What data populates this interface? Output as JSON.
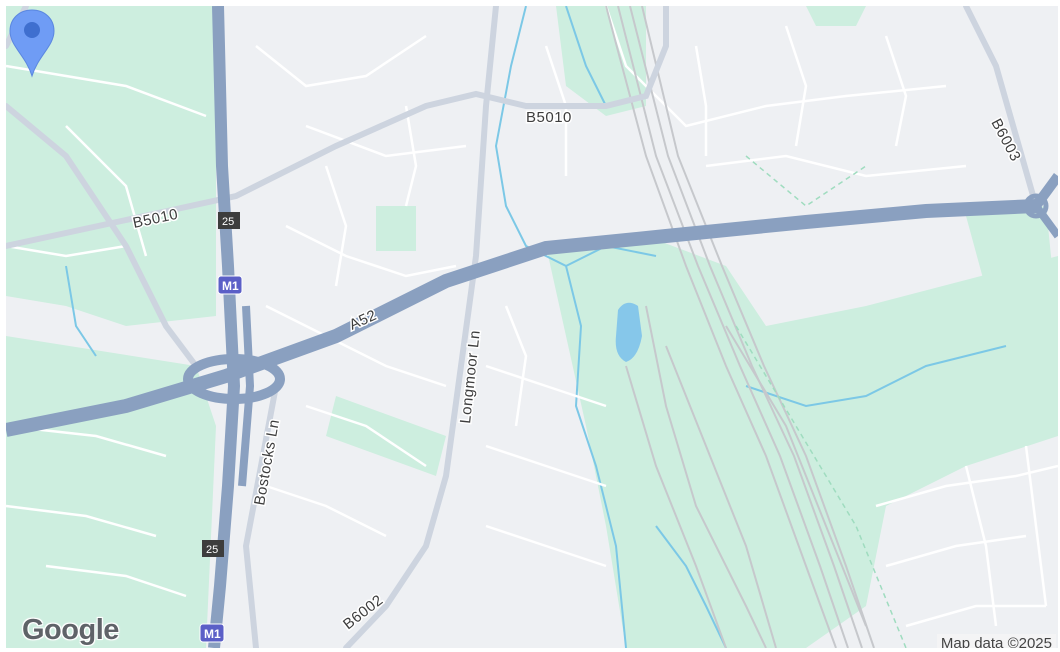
{
  "map": {
    "provider_logo": "Google",
    "attribution": "Map data ©2025",
    "colors": {
      "background": "#eef0f3",
      "green_area": "#cdeedf",
      "motorway": "#8aa0c0",
      "minor_road": "#ffffff",
      "water": "#7cc8e6",
      "railway": "#c6c8cc",
      "marker": "#6f9cf5"
    },
    "road_labels": {
      "b5010_north": "B5010",
      "b5010_west": "B5010",
      "b6003": "B6003",
      "a52": "A52",
      "longmoor_ln": "Longmoor Ln",
      "bostocks_ln": "Bostocks Ln",
      "b6002": "B6002"
    },
    "shields": {
      "m1_north": "M1",
      "m1_south": "M1",
      "junction_north": "25",
      "junction_south": "25"
    },
    "marker_icon": "map-pin-icon"
  }
}
